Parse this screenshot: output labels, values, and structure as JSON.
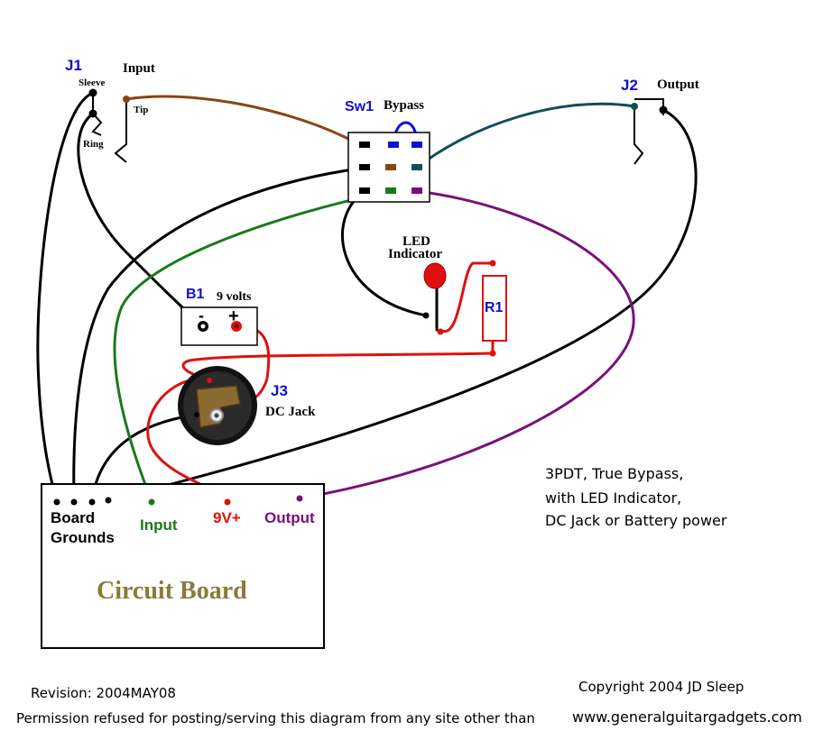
{
  "j1": {
    "id": "J1",
    "name": "Input",
    "sleeve": "Sleeve",
    "tip": "Tip",
    "ring": "Ring"
  },
  "j2": {
    "id": "J2",
    "name": "Output"
  },
  "sw1": {
    "id": "Sw1",
    "name": "Bypass"
  },
  "led": {
    "line1": "LED",
    "line2": "Indicator"
  },
  "r1": {
    "id": "R1"
  },
  "b1": {
    "id": "B1",
    "name": "9 volts",
    "minus": "-",
    "plus": "+"
  },
  "j3": {
    "id": "J3",
    "name": "DC Jack"
  },
  "board": {
    "title": "Circuit Board",
    "grounds_line1": "Board",
    "grounds_line2": "Grounds",
    "input": "Input",
    "v9": "9V+",
    "output": "Output"
  },
  "notes": [
    "3PDT, True Bypass,",
    "with LED Indicator,",
    "DC Jack or Battery power"
  ],
  "footer": {
    "revision": "Revision: 2004MAY08",
    "copyright": "Copyright 2004   JD Sleep",
    "permission": "Permission refused for posting/serving this diagram from any site other than",
    "url": "www.generalguitargadgets.com"
  },
  "colors": {
    "wire_black": "#000000",
    "wire_brown": "#8b4513",
    "wire_teal": "#0f4f54",
    "wire_green": "#1a7a1a",
    "wire_red": "#e01010",
    "wire_purple": "#7a107a",
    "wire_blue": "#1010e0",
    "label_blue": "#1010cc",
    "board_title": "#8a7a3a"
  }
}
